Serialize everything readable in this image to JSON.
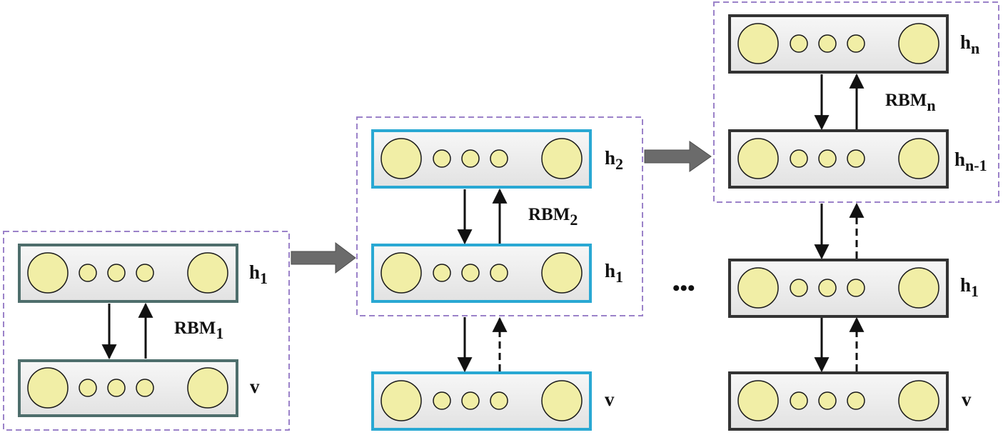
{
  "stage1": {
    "top_layer_label": "h",
    "top_layer_sub": "1",
    "bottom_layer_label": "v",
    "rbm_label": "RBM",
    "rbm_sub": "1"
  },
  "stage2": {
    "top_layer_label": "h",
    "top_layer_sub": "2",
    "middle_layer_label": "h",
    "middle_layer_sub": "1",
    "bottom_layer_label": "v",
    "rbm_label": "RBM",
    "rbm_sub": "2"
  },
  "stage3": {
    "top_layer_label": "h",
    "top_layer_sub": "n",
    "second_layer_label": "h",
    "second_layer_sub": "n-1",
    "third_layer_label": "h",
    "third_layer_sub": "1",
    "bottom_layer_label": "v",
    "rbm_label": "RBM",
    "rbm_sub": "n"
  },
  "ellipsis": "•••",
  "colors": {
    "stage1_border": "#4e6e6c",
    "stage2_border": "#29a8d3",
    "stage3_border": "#333333",
    "layer_fill": "#ededed",
    "node_fill": "#f1eea6",
    "dashed_frame": "#9b82c9",
    "flow_arrow": "#6b6b6b"
  }
}
